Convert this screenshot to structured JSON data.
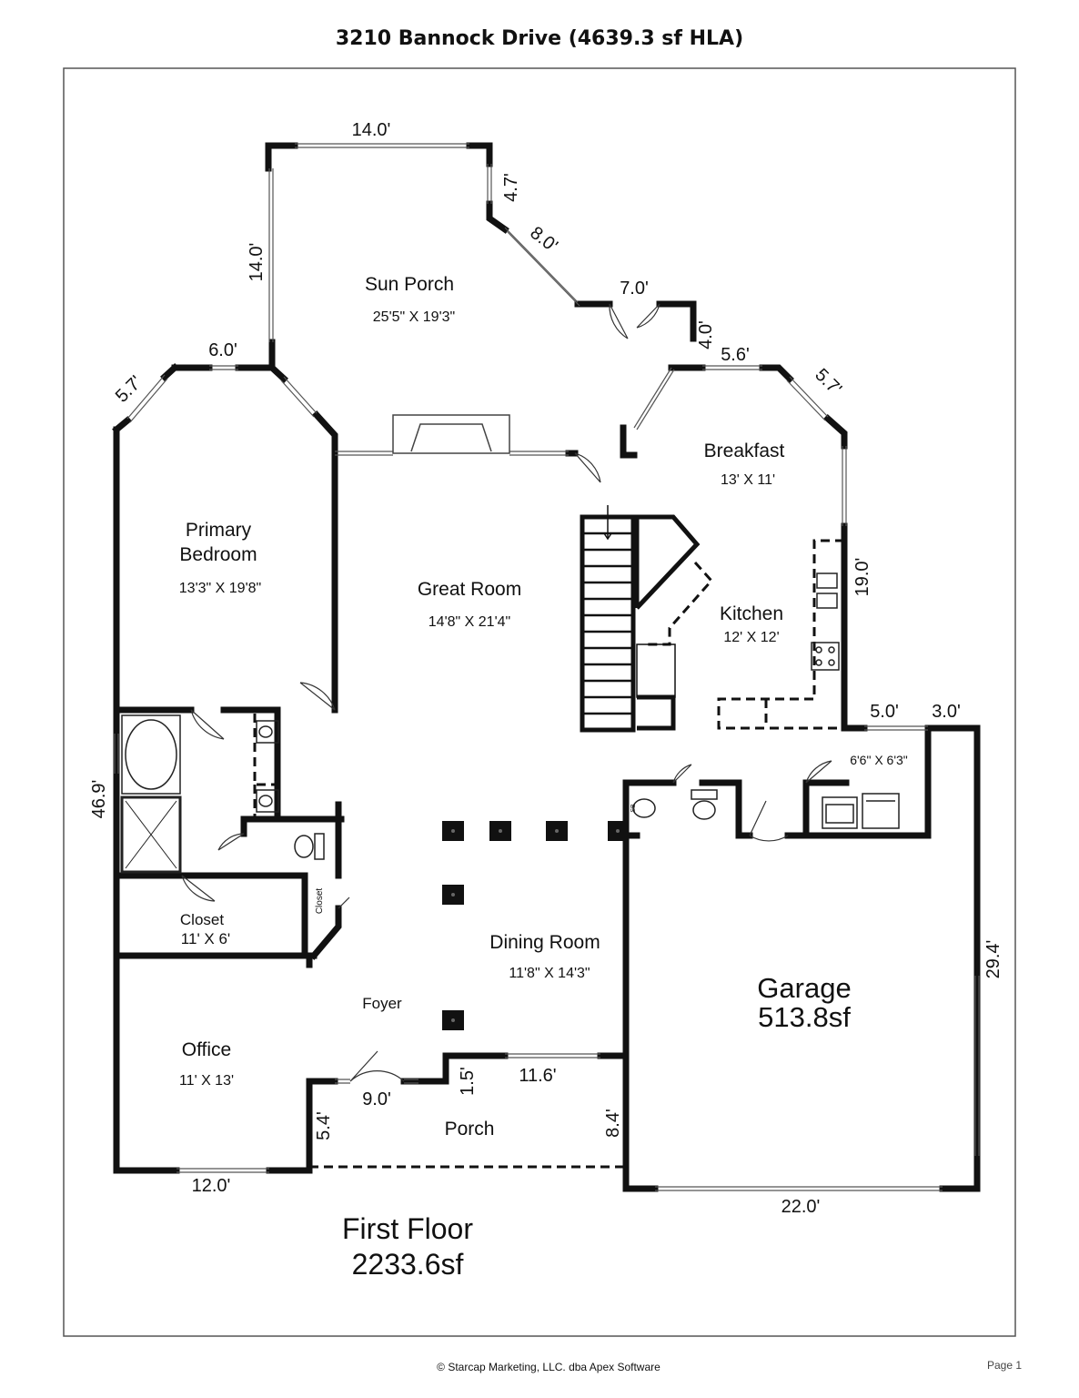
{
  "title": "3210 Bannock Drive (4639.3 sf HLA)",
  "floor": {
    "name": "First Floor",
    "area": "2233.6sf"
  },
  "garage": {
    "name": "Garage",
    "area": "513.8sf"
  },
  "rooms": {
    "sun_porch": {
      "name": "Sun Porch",
      "size": "25'5\" X 19'3\""
    },
    "primary_bedroom": {
      "name_line1": "Primary",
      "name_line2": "Bedroom",
      "size": "13'3\" X 19'8\""
    },
    "great_room": {
      "name": "Great Room",
      "size": "14'8\" X 21'4\""
    },
    "breakfast": {
      "name": "Breakfast",
      "size": "13' X 11'"
    },
    "kitchen": {
      "name": "Kitchen",
      "size": "12' X 12'"
    },
    "laundry": {
      "size": "6'6\" X 6'3\""
    },
    "closet": {
      "name": "Closet",
      "size": "11' X 6'"
    },
    "small_closet": {
      "name": "Closet"
    },
    "dining_room": {
      "name": "Dining Room",
      "size": "11'8\" X 14'3\""
    },
    "foyer": {
      "name": "Foyer"
    },
    "office": {
      "name": "Office",
      "size": "11' X 13'"
    },
    "porch": {
      "name": "Porch"
    }
  },
  "dimensions": {
    "sun_top": "14.0'",
    "sun_right": "4.7'",
    "sun_diag": "8.0'",
    "sun_left": "14.0'",
    "sun_step": "7.0'",
    "sun_small": "4.0'",
    "bed_top": "6.0'",
    "bed_diag": "5.7'",
    "brk_top": "5.6'",
    "brk_diag": "5.7'",
    "kitchen_right": "19.0'",
    "laundry_top": "5.0'",
    "garage_notch": "3.0'",
    "left_side": "46.9'",
    "garage_right": "29.4'",
    "garage_bottom": "22.0'",
    "office_bottom": "12.0'",
    "porch_left": "5.4'",
    "entry": "9.0'",
    "porch_step": "1.5'",
    "front_wall": "11.6'",
    "porch_right": "8.4'"
  },
  "fixtures": {
    "sink_label": "SB"
  },
  "footer": {
    "copyright": "© Starcap Marketing, LLC. dba Apex Software",
    "page": "Page 1"
  }
}
